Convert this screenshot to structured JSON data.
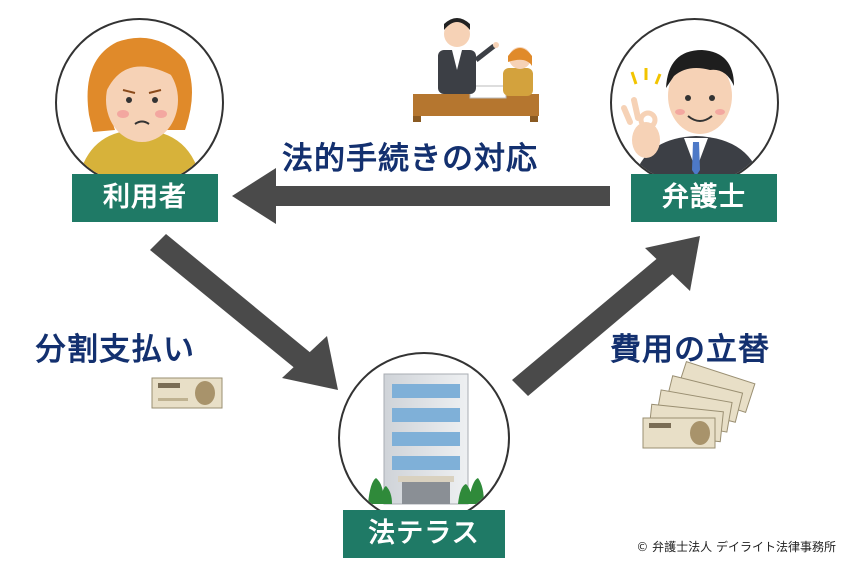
{
  "nodes": {
    "user": "利用者",
    "lawyer": "弁護士",
    "houterasu": "法テラス"
  },
  "flows": {
    "legal_procedure": "法的手続きの対応",
    "installment": "分割支払い",
    "advance": "費用の立替"
  },
  "copyright": "© 弁護士法人 デイライト法律事務所",
  "colors": {
    "label_bg": "#1f7a66",
    "text_navy": "#13306f",
    "arrow": "#4a4a4a"
  }
}
